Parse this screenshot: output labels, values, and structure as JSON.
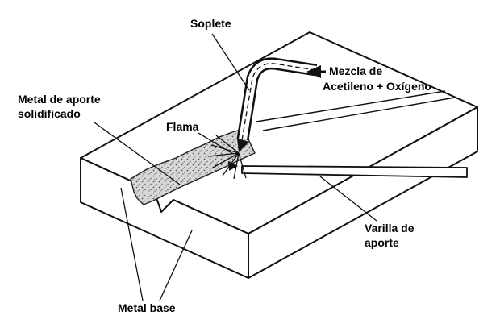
{
  "diagram": {
    "background": "#ffffff",
    "stroke_color": "#111111",
    "bead_fill": "#d8d8d8",
    "bead_dot_color": "#555555",
    "labels": {
      "soplete": "Soplete",
      "mezcla_line1": "Mezcla de",
      "mezcla_line2": "Acetileno + Oxígeno",
      "metal_aporte_line1": "Metal de aporte",
      "metal_aporte_line2": "solidificado",
      "flama": "Flama",
      "varilla_line1": "Varilla de",
      "varilla_line2": "aporte",
      "metal_base": "Metal base"
    }
  }
}
